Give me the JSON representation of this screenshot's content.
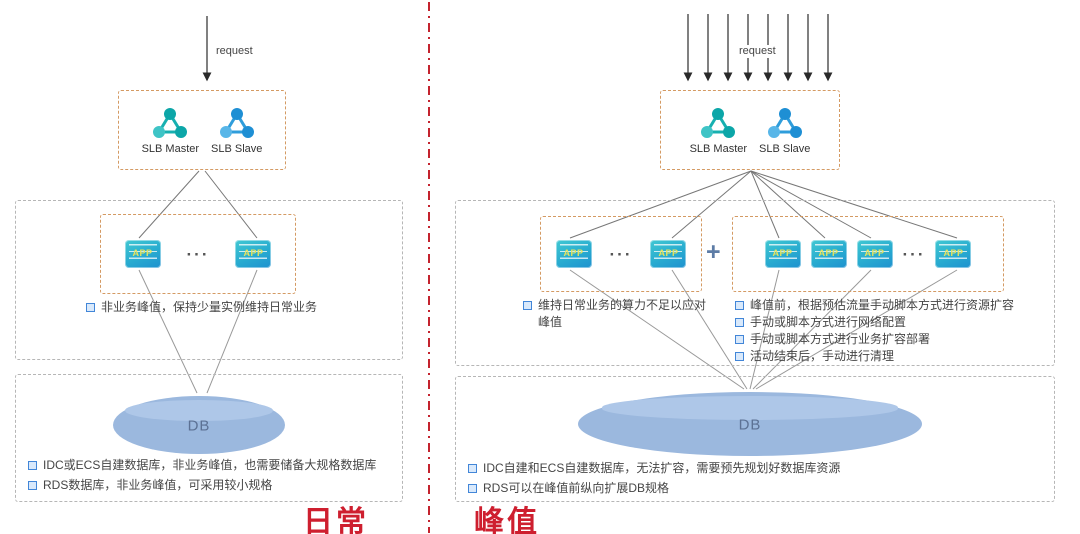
{
  "icons": {
    "app_label": "APP"
  },
  "symbols": {
    "ellipsis": "···",
    "plus": "+"
  },
  "left": {
    "request_label": "request",
    "slb_master_label": "SLB Master",
    "slb_slave_label": "SLB Slave",
    "app_note": "非业务峰值，保持少量实例维持日常业务",
    "db_label": "DB",
    "db_notes": [
      "IDC或ECS自建数据库，非业务峰值，也需要储备大规格数据库",
      "RDS数据库，非业务峰值，可采用较小规格"
    ],
    "caption": "日常"
  },
  "right": {
    "request_label": "request",
    "slb_master_label": "SLB Master",
    "slb_slave_label": "SLB Slave",
    "capacity_note": "维持日常业务的算力不足以应对峰值",
    "peak_notes": [
      "峰值前，根据预估流量手动脚本方式进行资源扩容",
      "手动或脚本方式进行网络配置",
      "手动或脚本方式进行业务扩容部署",
      "活动结束后，手动进行清理"
    ],
    "db_label": "DB",
    "db_notes": [
      "IDC自建和ECS自建数据库，无法扩容，需要预先规划好数据库资源",
      "RDS可以在峰值前纵向扩展DB规格"
    ],
    "caption": "峰值"
  }
}
